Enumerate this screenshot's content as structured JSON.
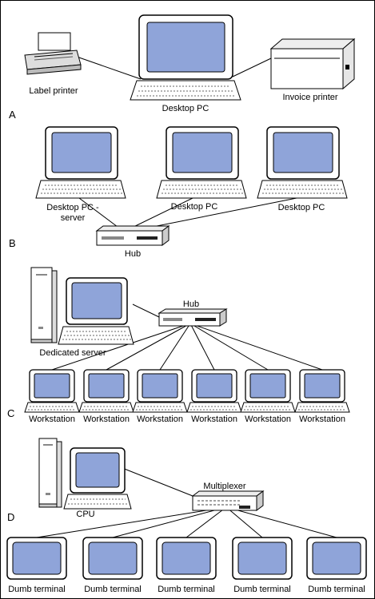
{
  "sections": {
    "a": {
      "letter": "A",
      "label_printer": "Label printer",
      "desktop_pc": "Desktop PC",
      "invoice_printer": "Invoice printer"
    },
    "b": {
      "letter": "B",
      "pc_server_line1": "Desktop PC -",
      "pc_server_line2": "server",
      "pc2": "Desktop PC",
      "pc3": "Desktop PC",
      "hub": "Hub"
    },
    "c": {
      "letter": "C",
      "hub": "Hub",
      "dedicated_server": "Dedicated server",
      "workstations": [
        "Workstation",
        "Workstation",
        "Workstation",
        "Workstation",
        "Workstation",
        "Workstation"
      ]
    },
    "d": {
      "letter": "D",
      "multiplexer": "Multiplexer",
      "cpu": "CPU",
      "terminals": [
        "Dumb terminal",
        "Dumb terminal",
        "Dumb terminal",
        "Dumb terminal",
        "Dumb terminal"
      ]
    }
  },
  "colors": {
    "screen": "#8fa4d9",
    "device": "#ffffff",
    "outline": "#000000"
  }
}
